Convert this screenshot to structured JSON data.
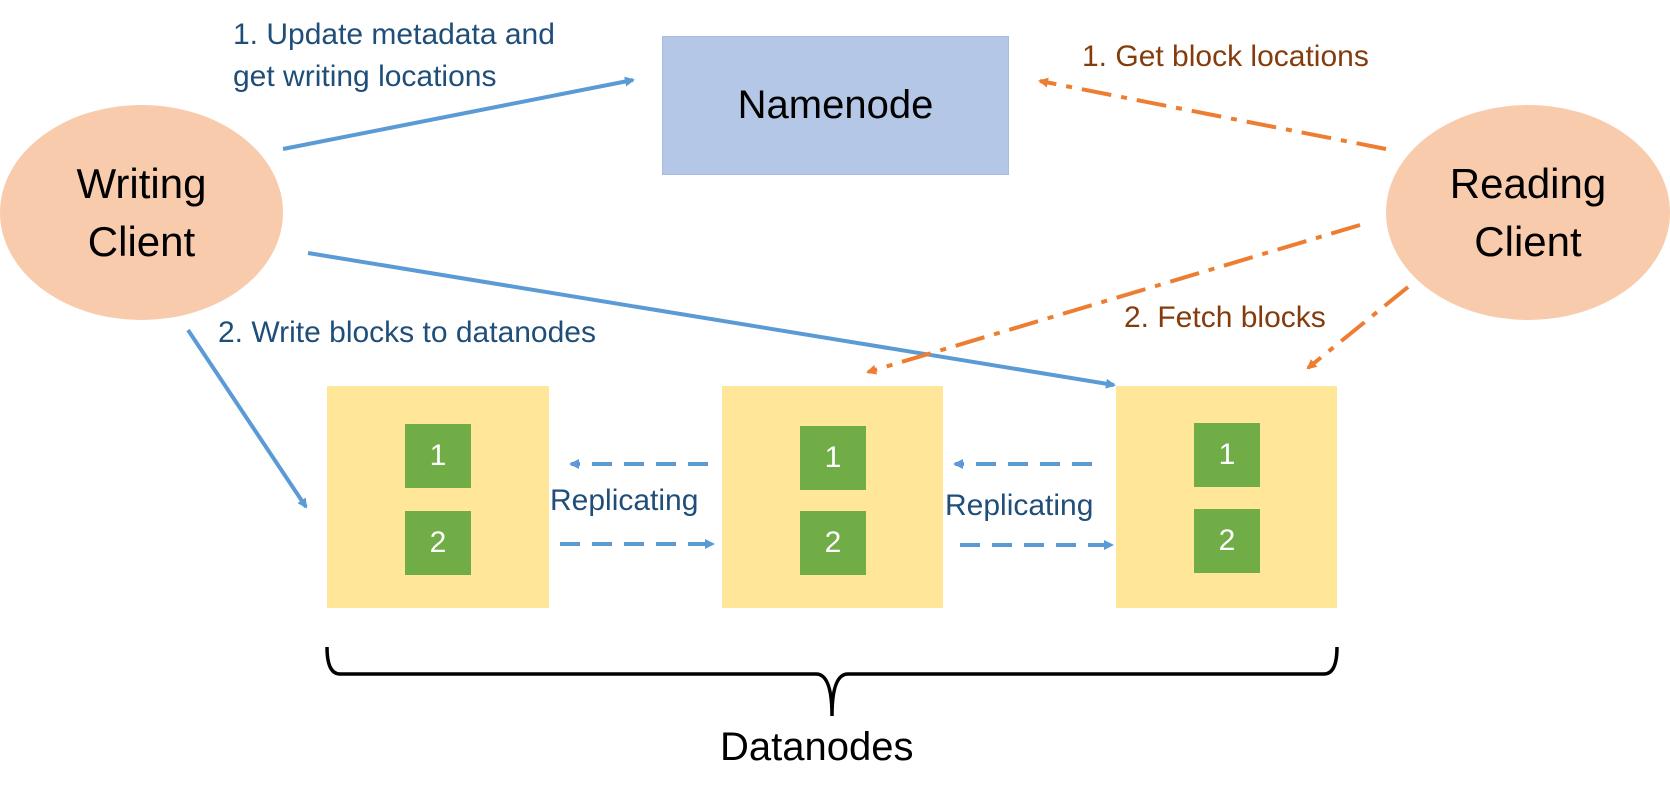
{
  "colors": {
    "write_arrow": "#5b9bd5",
    "read_arrow": "#ed7d31",
    "client_fill": "#f8cbad",
    "namenode_fill": "#b4c7e7",
    "datanode_fill": "#ffe699",
    "block_fill": "#70ad47",
    "write_text": "#1f4e79",
    "read_text": "#843c0c"
  },
  "writing_client": {
    "line1": "Writing",
    "line2": "Client"
  },
  "reading_client": {
    "line1": "Reading",
    "line2": "Client"
  },
  "namenode": {
    "label": "Namenode"
  },
  "write_steps": {
    "step1_line1": "1. Update metadata and",
    "step1_line2": "get writing locations",
    "step2": "2. Write blocks to datanodes"
  },
  "read_steps": {
    "step1": "1. Get block locations",
    "step2": "2. Fetch blocks"
  },
  "datanodes": [
    {
      "blocks": [
        "1",
        "2"
      ]
    },
    {
      "blocks": [
        "1",
        "2"
      ]
    },
    {
      "blocks": [
        "1",
        "2"
      ]
    }
  ],
  "replicating": [
    "Replicating",
    "Replicating"
  ],
  "datanodes_caption": "Datanodes"
}
